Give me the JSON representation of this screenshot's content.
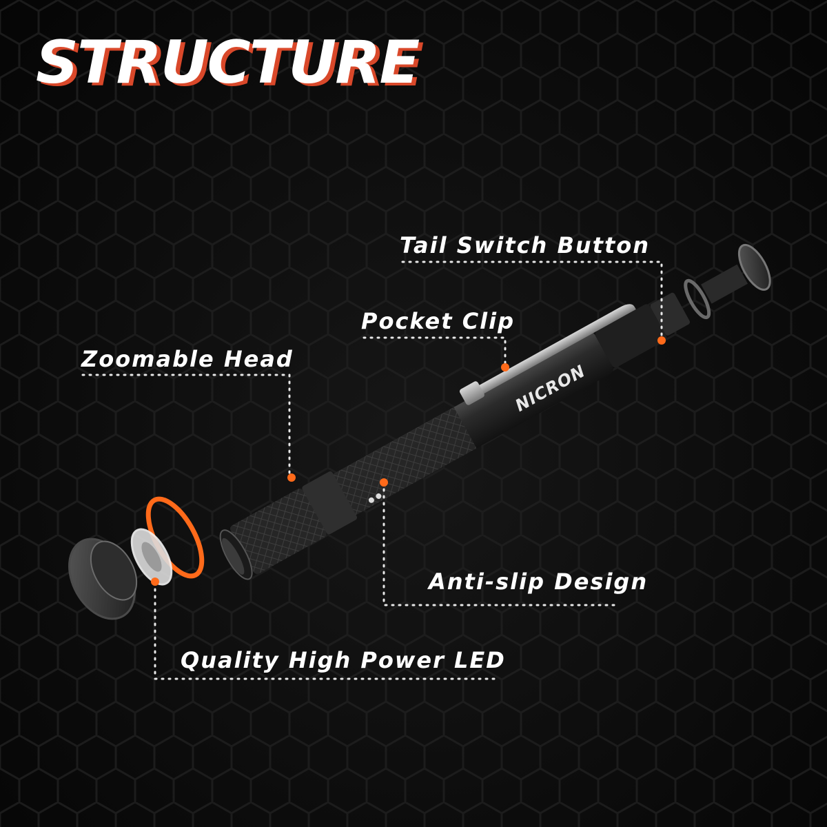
{
  "title": "STRUCTURE",
  "brand": "NICRON",
  "callouts": {
    "tail_switch": "Tail Switch Button",
    "pocket_clip": "Pocket Clip",
    "zoomable_head": "Zoomable Head",
    "anti_slip": "Anti-slip Design",
    "led": "Quality High Power LED"
  },
  "colors": {
    "accent": "#ff6a1a",
    "title_shadow": "#d9482a",
    "background": "#0b0b0b",
    "body": "#2a2a2a"
  }
}
